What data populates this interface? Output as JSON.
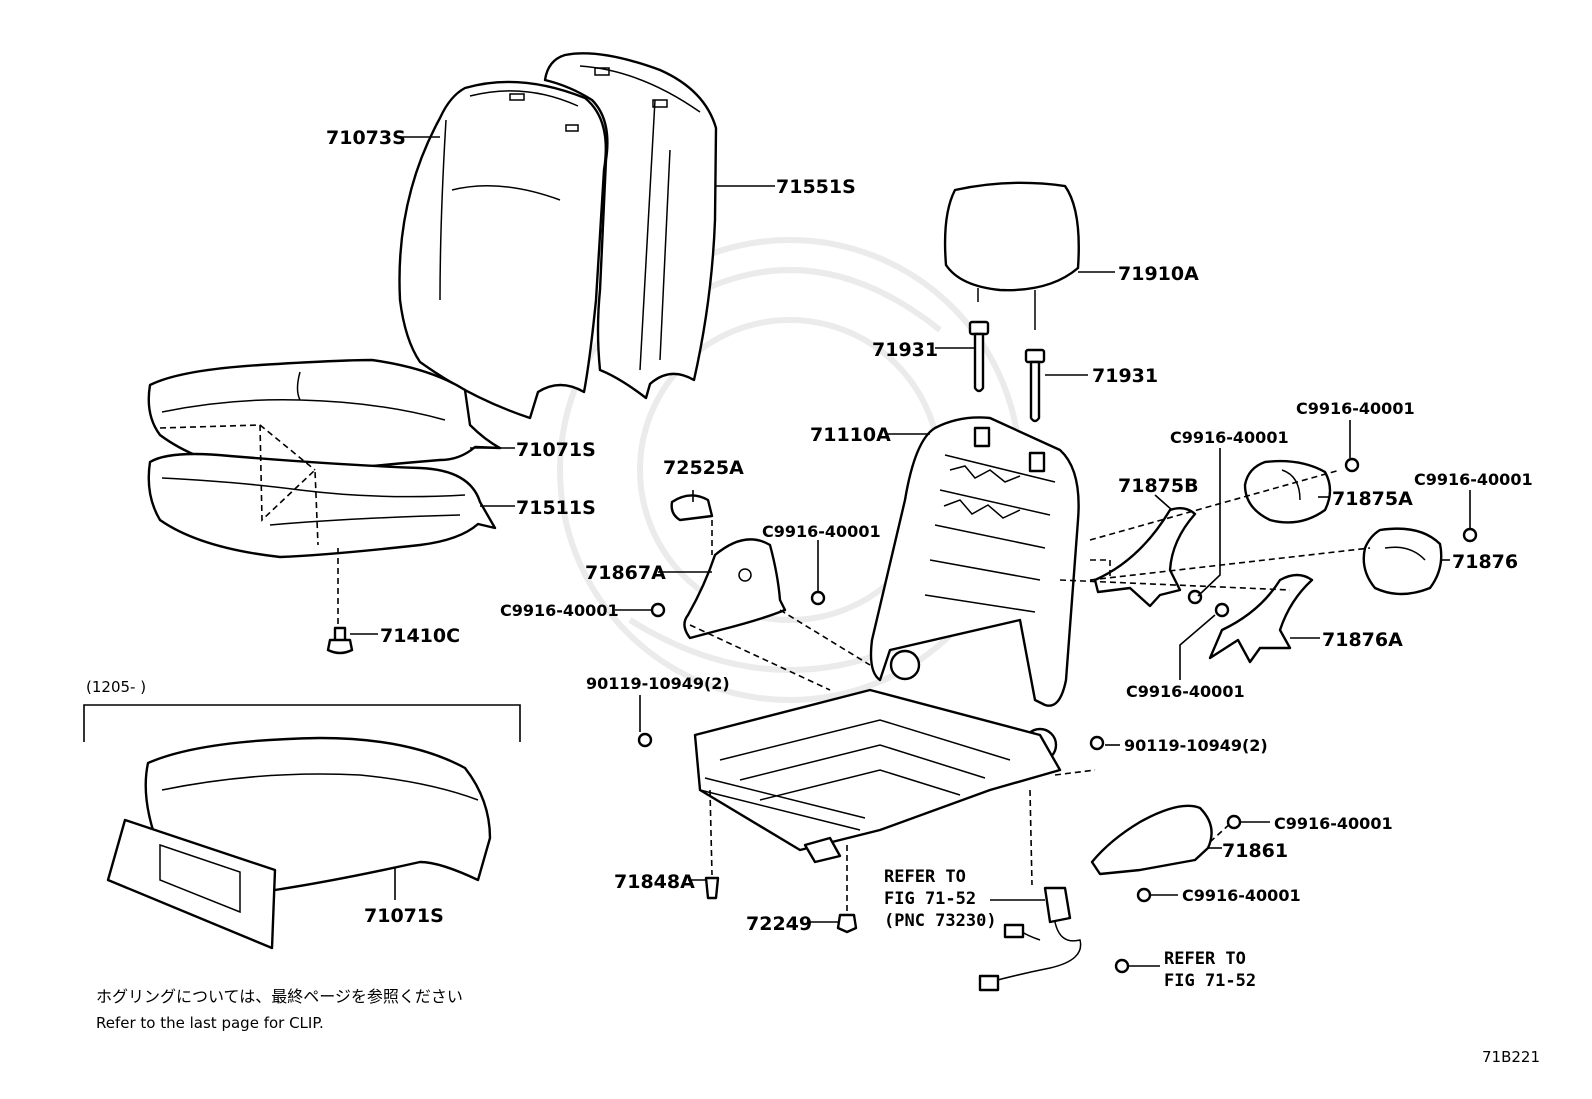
{
  "diagram_id": "71B221",
  "labels": {
    "backrest_cover": "71073S",
    "backrest_pad": "71551S",
    "cushion_cover": "71071S",
    "cushion_pad": "71511S",
    "hog_ring": "71410C",
    "headrest": "71910A",
    "headrest_support_left": "71931",
    "headrest_support_right": "71931",
    "seatback_frame": "71110A",
    "hinge_cover_bracket": "72525A",
    "recliner_cover_inner": "71867A",
    "side_shield_b": "71875B",
    "recliner_cover_a": "71875A",
    "recliner_cover": "71876",
    "side_shield_a": "71876A",
    "adjuster_cover": "71861",
    "cushion_frame_cover": "71848A",
    "clip": "72249",
    "alt_cushion_cover": "71071S"
  },
  "fasteners": {
    "screw_1": "C9916-40001",
    "screw_2": "C9916-40001",
    "screw_3": "C9916-40001",
    "screw_4": "C9916-40001",
    "screw_5": "C9916-40001",
    "screw_6": "C9916-40001",
    "screw_7": "C9916-40001",
    "screw_8": "C9916-40001",
    "bolt_left": "90119-10949(2)",
    "bolt_right": "90119-10949(2)"
  },
  "references": {
    "ref1_line1": "REFER TO",
    "ref1_line2": "FIG 71-52",
    "ref1_line3": "(PNC 73230)",
    "ref2_line1": "REFER TO",
    "ref2_line2": "FIG 71-52"
  },
  "inset": {
    "date_range": "(1205-        )"
  },
  "notes": {
    "jp": "ホグリングについては、最終ページを参照ください",
    "en": "Refer to the last page for CLIP."
  }
}
